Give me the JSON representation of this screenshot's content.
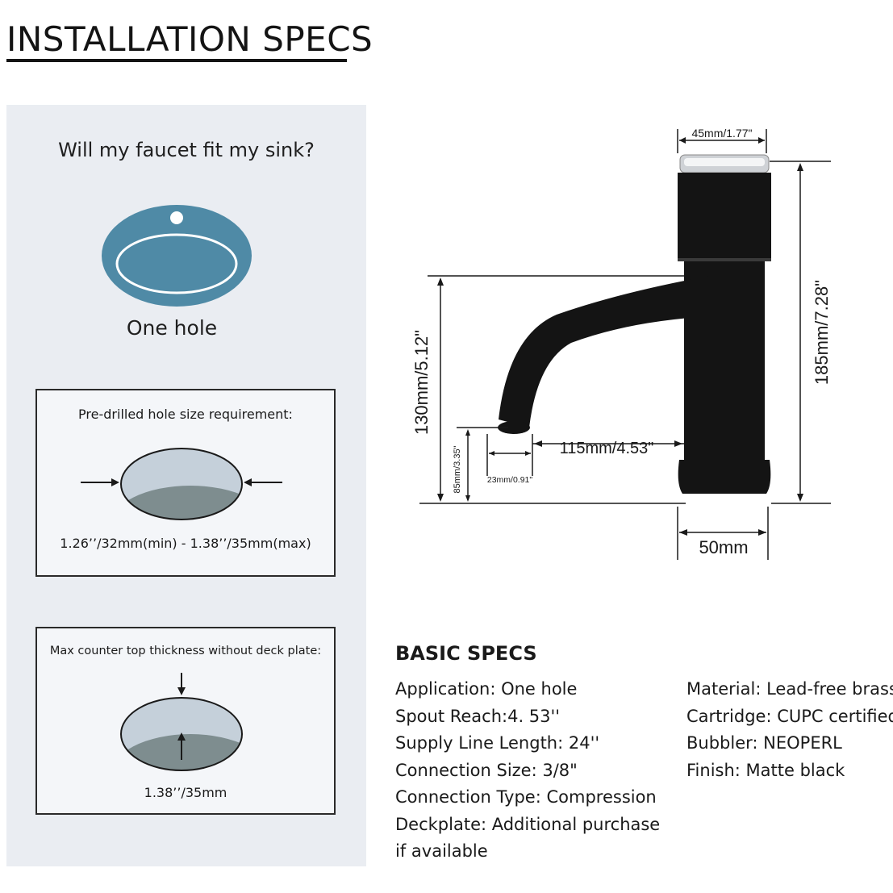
{
  "header": {
    "title": "INSTALLATION SPECS"
  },
  "fit_panel": {
    "question": "Will my faucet fit my sink?",
    "hole_label": "One hole"
  },
  "hole_size_box": {
    "title": "Pre-drilled hole size requirement:",
    "caption": "1.26’’/32mm(min) - 1.38’’/35mm(max)"
  },
  "thickness_box": {
    "title": "Max counter top thickness without deck plate:",
    "caption": "1.38’’/35mm"
  },
  "dimensions": {
    "top_width": "45mm/1.77\"",
    "total_height": "185mm/7.28\"",
    "spout_height": "130mm/5.12\"",
    "spout_reach": "115mm/4.53\"",
    "base_clearance": "85mm/3.35\"",
    "spout_tip": "23mm/0.91\"",
    "base_width": "50mm"
  },
  "basic_specs": {
    "heading": "BASIC SPECS",
    "left": [
      "Application: One hole",
      "Spout Reach:4. 53''",
      "Supply Line Length: 24''",
      "Connection Size: 3/8\"",
      "Connection Type: Compression",
      "Deckplate: Additional purchase",
      "if available"
    ],
    "right": [
      "Material: Lead-free brass",
      "Cartridge: CUPC certified",
      "Bubbler: NEOPERL",
      "Finish: Matte black"
    ]
  },
  "colors": {
    "sink_blue": "#4f8aa6",
    "panel_bg": "#eaedf2",
    "hole_top": "#c5d0da",
    "hole_bottom": "#7e8d8f",
    "faucet_black": "#141414"
  }
}
